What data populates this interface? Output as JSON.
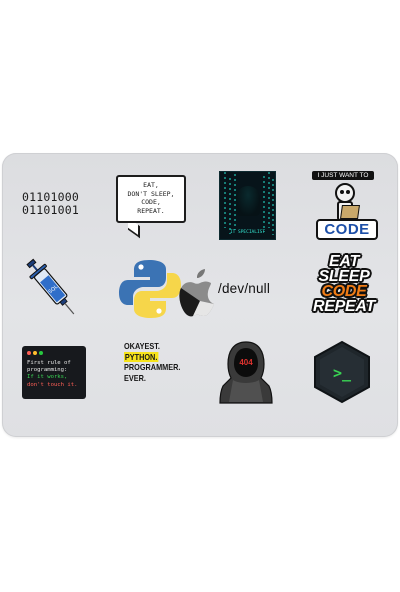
{
  "stickers": {
    "binary": {
      "line1": "01101000",
      "line2": "01101001"
    },
    "bubble": {
      "line1": "EAT,",
      "line2": "DON'T SLEEP,",
      "line3": "CODE,",
      "line4": "REPEAT."
    },
    "hacker": {
      "label": "IT SPECIALIST"
    },
    "just_want": {
      "top": "I JUST WANT TO",
      "word": "CODE"
    },
    "devnull": {
      "text": "/dev/null"
    },
    "eat_sleep": {
      "w1": "EAT",
      "w2": "SLEEP",
      "w3": "CODE",
      "w4": "REPEAT"
    },
    "terminal": {
      "line1": "First rule of",
      "line2": "programming:",
      "line3": "If it works,",
      "line4": "don't touch it."
    },
    "okayest": {
      "line1": "OKAYEST.",
      "line2": "PYTHON.",
      "line3": "PROGRAMMER.",
      "line4": "EVER."
    },
    "hoodie": {
      "badge": "404"
    },
    "hex_terminal": {
      "prompt": ">_"
    }
  },
  "colors": {
    "laptop": "#dfe0e3",
    "python_blue": "#3b73b4",
    "python_yellow": "#f6d64a",
    "teal": "#34e2cf",
    "orange": "#f07c16",
    "code_blue": "#1d4fa8",
    "highlight": "#f6e31a",
    "terminal_green": "#39d353"
  },
  "icons": [
    "syringe-icon",
    "python-logo-icon",
    "apple-logo-icon",
    "skeleton-icon",
    "hooded-figure-icon",
    "hexagon-terminal-icon"
  ]
}
